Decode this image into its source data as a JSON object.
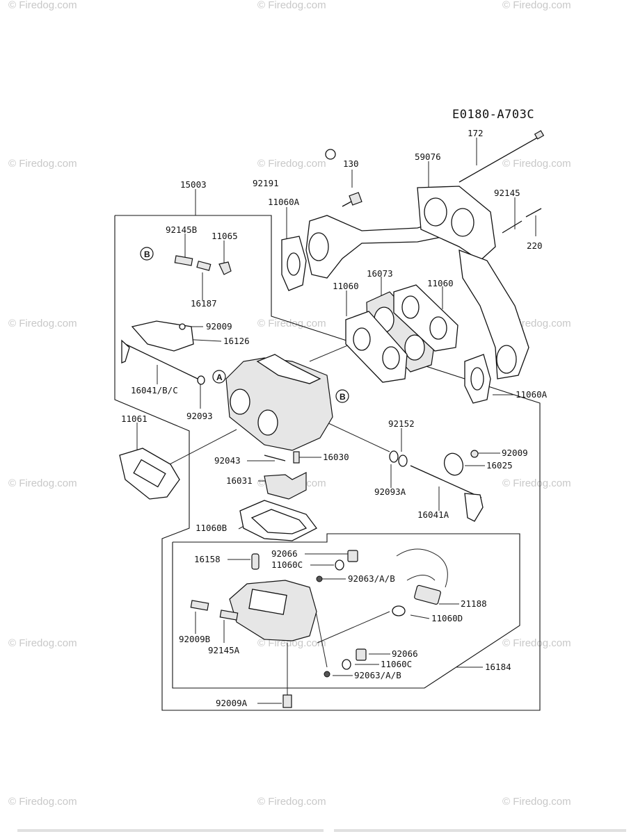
{
  "diagram_code": "E0180-A703C",
  "watermark": "© Firedog.com",
  "callouts": {
    "A": "A",
    "B": "B"
  },
  "parts": {
    "p172": "172",
    "p59076": "59076",
    "p130": "130",
    "p92191": "92191",
    "p15003": "15003",
    "p11060A_top": "11060A",
    "p92145": "92145",
    "p220": "220",
    "p92145B": "92145B",
    "p11065": "11065",
    "p16187": "16187",
    "p16073": "16073",
    "p11060_l": "11060",
    "p11060_r": "11060",
    "p92009_top": "92009",
    "p16126": "16126",
    "p16041BC": "16041/B/C",
    "p92093": "92093",
    "p11060A_right": "11060A",
    "p11061": "11061",
    "p92152": "92152",
    "p92009_r": "92009",
    "p16025": "16025",
    "p92043": "92043",
    "p16030": "16030",
    "p16031": "16031",
    "p92093A": "92093A",
    "p16041A": "16041A",
    "p11060B": "11060B",
    "p16158": "16158",
    "p92066_top": "92066",
    "p11060C_top": "11060C",
    "p92063_top": "92063/A/B",
    "p21188": "21188",
    "p11060D": "11060D",
    "p92009B": "92009B",
    "p92145A": "92145A",
    "p92066_bot": "92066",
    "p11060C_bot": "11060C",
    "p92063_bot": "92063/A/B",
    "p16184": "16184",
    "p92009A": "92009A"
  }
}
